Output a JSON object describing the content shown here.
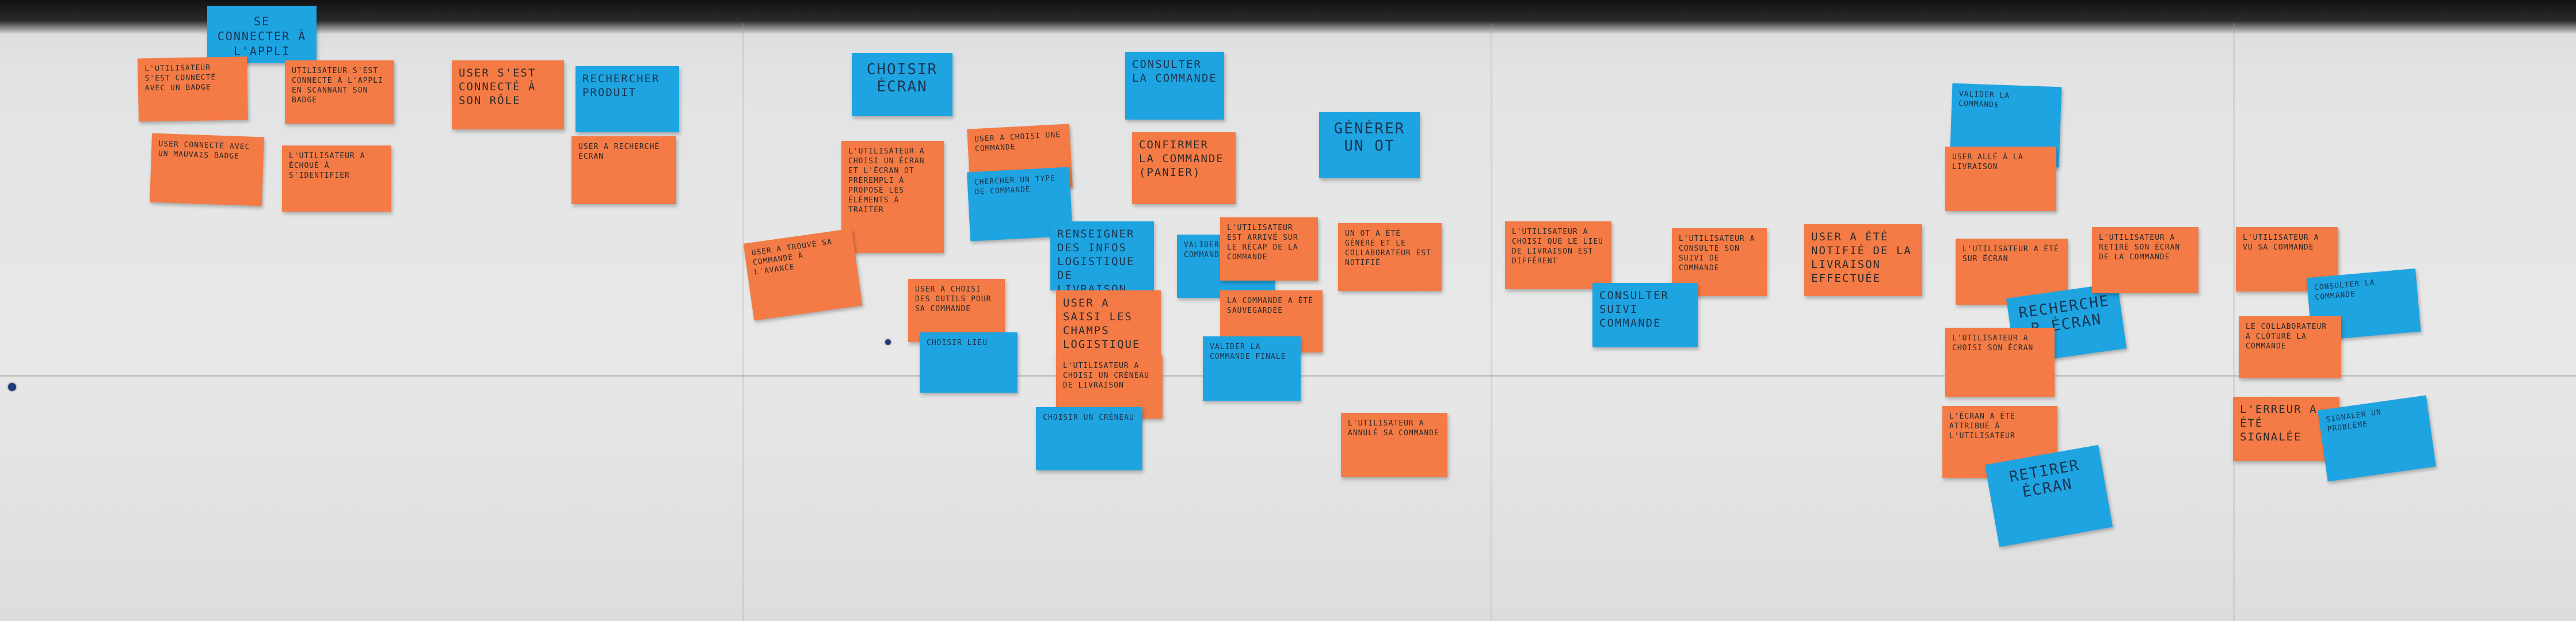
{
  "notes": [
    {
      "text": "SE CONNECTER À L'APPLI",
      "color": "blue"
    },
    {
      "text": "L'UTILISATEUR S'EST CONNECTÉ AVEC UN BADGE",
      "color": "orange"
    },
    {
      "text": "UTILISATEUR S'EST CONNECTÉ À L'APPLI EN SCANNANT SON BADGE",
      "color": "orange"
    },
    {
      "text": "USER CONNECTÉ AVEC UN MAUVAIS BADGE",
      "color": "orange"
    },
    {
      "text": "L'UTILISATEUR A ÉCHOUÉ À S'IDENTIFIER",
      "color": "orange"
    },
    {
      "text": "USER S'EST CONNECTÉ À SON RÔLE",
      "color": "orange"
    },
    {
      "text": "RECHERCHER PRODUIT",
      "color": "blue"
    },
    {
      "text": "USER A RECHERCHÉ ÉCRAN",
      "color": "orange"
    },
    {
      "text": "CHOISIR ÉCRAN",
      "color": "blue"
    },
    {
      "text": "L'UTILISATEUR A CHOISI UN ÉCRAN ET L'ÉCRAN OT PRÉREMPLI À PROPOSÉ LES ÉLÉMENTS À TRAITER",
      "color": "orange"
    },
    {
      "text": "USER A TROUVÉ SA COMMANDE À L'AVANCE",
      "color": "orange"
    },
    {
      "text": "USER A CHOISI UNE COMMANDE",
      "color": "orange"
    },
    {
      "text": "CHERCHER UN TYPE DE COMMANDE",
      "color": "blue"
    },
    {
      "text": "USER A CHOISI DES OUTILS POUR SA COMMANDE",
      "color": "orange"
    },
    {
      "text": "CHOISIR LIEU",
      "color": "blue"
    },
    {
      "text": "CONSULTER LA COMMANDE",
      "color": "blue"
    },
    {
      "text": "CONFIRMER LA COMMANDE (PANIER)",
      "color": "orange"
    },
    {
      "text": "RENSEIGNER DES INFOS LOGISTIQUE DE LIVRAISON",
      "color": "blue"
    },
    {
      "text": "USER A SAISI LES CHAMPS LOGISTIQUE",
      "color": "orange"
    },
    {
      "text": "L'UTILISATEUR A CHOISI UN CRÉNEAU DE LIVRAISON",
      "color": "orange"
    },
    {
      "text": "CHOISIR UN CRÉNEAU",
      "color": "blue"
    },
    {
      "text": "VALIDER LA COMMANDE",
      "color": "blue"
    },
    {
      "text": "L'UTILISATEUR EST ARRIVÉ SUR LE RÉCAP DE LA COMMANDE",
      "color": "orange"
    },
    {
      "text": "LA COMMANDE A ÉTÉ SAUVEGARDÉE",
      "color": "orange"
    },
    {
      "text": "VALIDER LA COMMANDE FINALE",
      "color": "blue"
    },
    {
      "text": "GÉNÉRER UN OT",
      "color": "blue"
    },
    {
      "text": "UN OT A ÉTÉ GÉNÉRÉ ET LE COLLABORATEUR EST NOTIFIÉ",
      "color": "orange"
    },
    {
      "text": "L'UTILISATEUR A ANNULÉ SA COMMANDE",
      "color": "orange"
    },
    {
      "text": "L'UTILISATEUR A CHOISI QUE LE LIEU DE LIVRAISON EST DIFFÉRENT",
      "color": "orange"
    },
    {
      "text": "L'UTILISATEUR A CONSULTÉ SON SUIVI DE COMMANDE",
      "color": "orange"
    },
    {
      "text": "CONSULTER SUIVI COMMANDE",
      "color": "blue"
    },
    {
      "text": "USER A ÉTÉ NOTIFIÉ DE LA LIVRAISON EFFECTUÉE",
      "color": "orange"
    },
    {
      "text": "VALIDER LA COMMANDE",
      "color": "blue"
    },
    {
      "text": "USER ALLÉ À LA LIVRAISON",
      "color": "orange"
    },
    {
      "text": "L'UTILISATEUR A ÉTÉ SUR ÉCRAN",
      "color": "orange"
    },
    {
      "text": "RECHERCHER ÉCRAN",
      "color": "blue"
    },
    {
      "text": "L'UTILISATEUR A CHOISI SON ÉCRAN",
      "color": "orange"
    },
    {
      "text": "L'ÉCRAN A ÉTÉ ATTRIBUÉ À L'UTILISATEUR",
      "color": "orange"
    },
    {
      "text": "RETIRER ÉCRAN",
      "color": "blue"
    },
    {
      "text": "L'UTILISATEUR A RETIRÉ SON ÉCRAN DE LA COMMANDE",
      "color": "orange"
    },
    {
      "text": "L'UTILISATEUR A VU SA COMMANDE",
      "color": "orange"
    },
    {
      "text": "CONSULTER LA COMMANDE",
      "color": "blue"
    },
    {
      "text": "LE COLLABORATEUR A CLÔTURÉ LA COMMANDE",
      "color": "orange"
    },
    {
      "text": "L'ERREUR A ÉTÉ SIGNALÉE",
      "color": "orange"
    },
    {
      "text": "SIGNALER UN PROBLÈME",
      "color": "blue"
    }
  ],
  "colors": {
    "orange": "#f47b45",
    "blue": "#1fa4e2",
    "board": "#e6e6e6"
  }
}
